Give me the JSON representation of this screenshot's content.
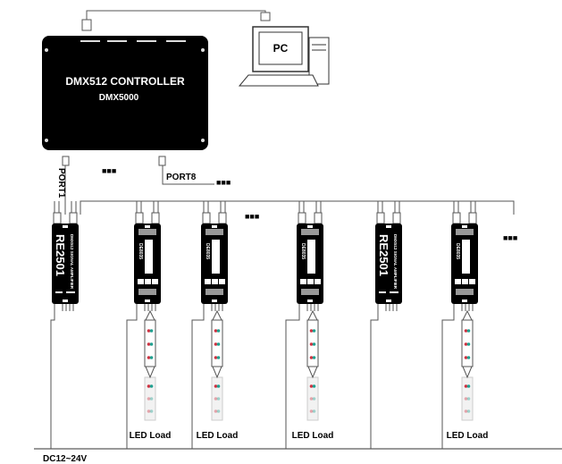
{
  "controller": {
    "title": "DMX512 CONTROLLER",
    "model": "DMX5000"
  },
  "pc": {
    "label": "PC"
  },
  "ports": {
    "port1": "PORT1",
    "port8": "PORT8"
  },
  "ellipsis": "■■■",
  "amplifier": {
    "model": "RE2501",
    "subtitle": "DMX512 SIGNAL AMPLIFIER"
  },
  "decoder": {
    "model": "DE8035"
  },
  "load_label": "LED Load",
  "power_label": "DC12~24V",
  "devices": [
    "amplifier",
    "decoder",
    "decoder",
    "decoder",
    "amplifier",
    "decoder"
  ],
  "colors": {
    "device": "#000000",
    "line": "#555555",
    "led_red": "#d03040",
    "led_green": "#20a090"
  }
}
